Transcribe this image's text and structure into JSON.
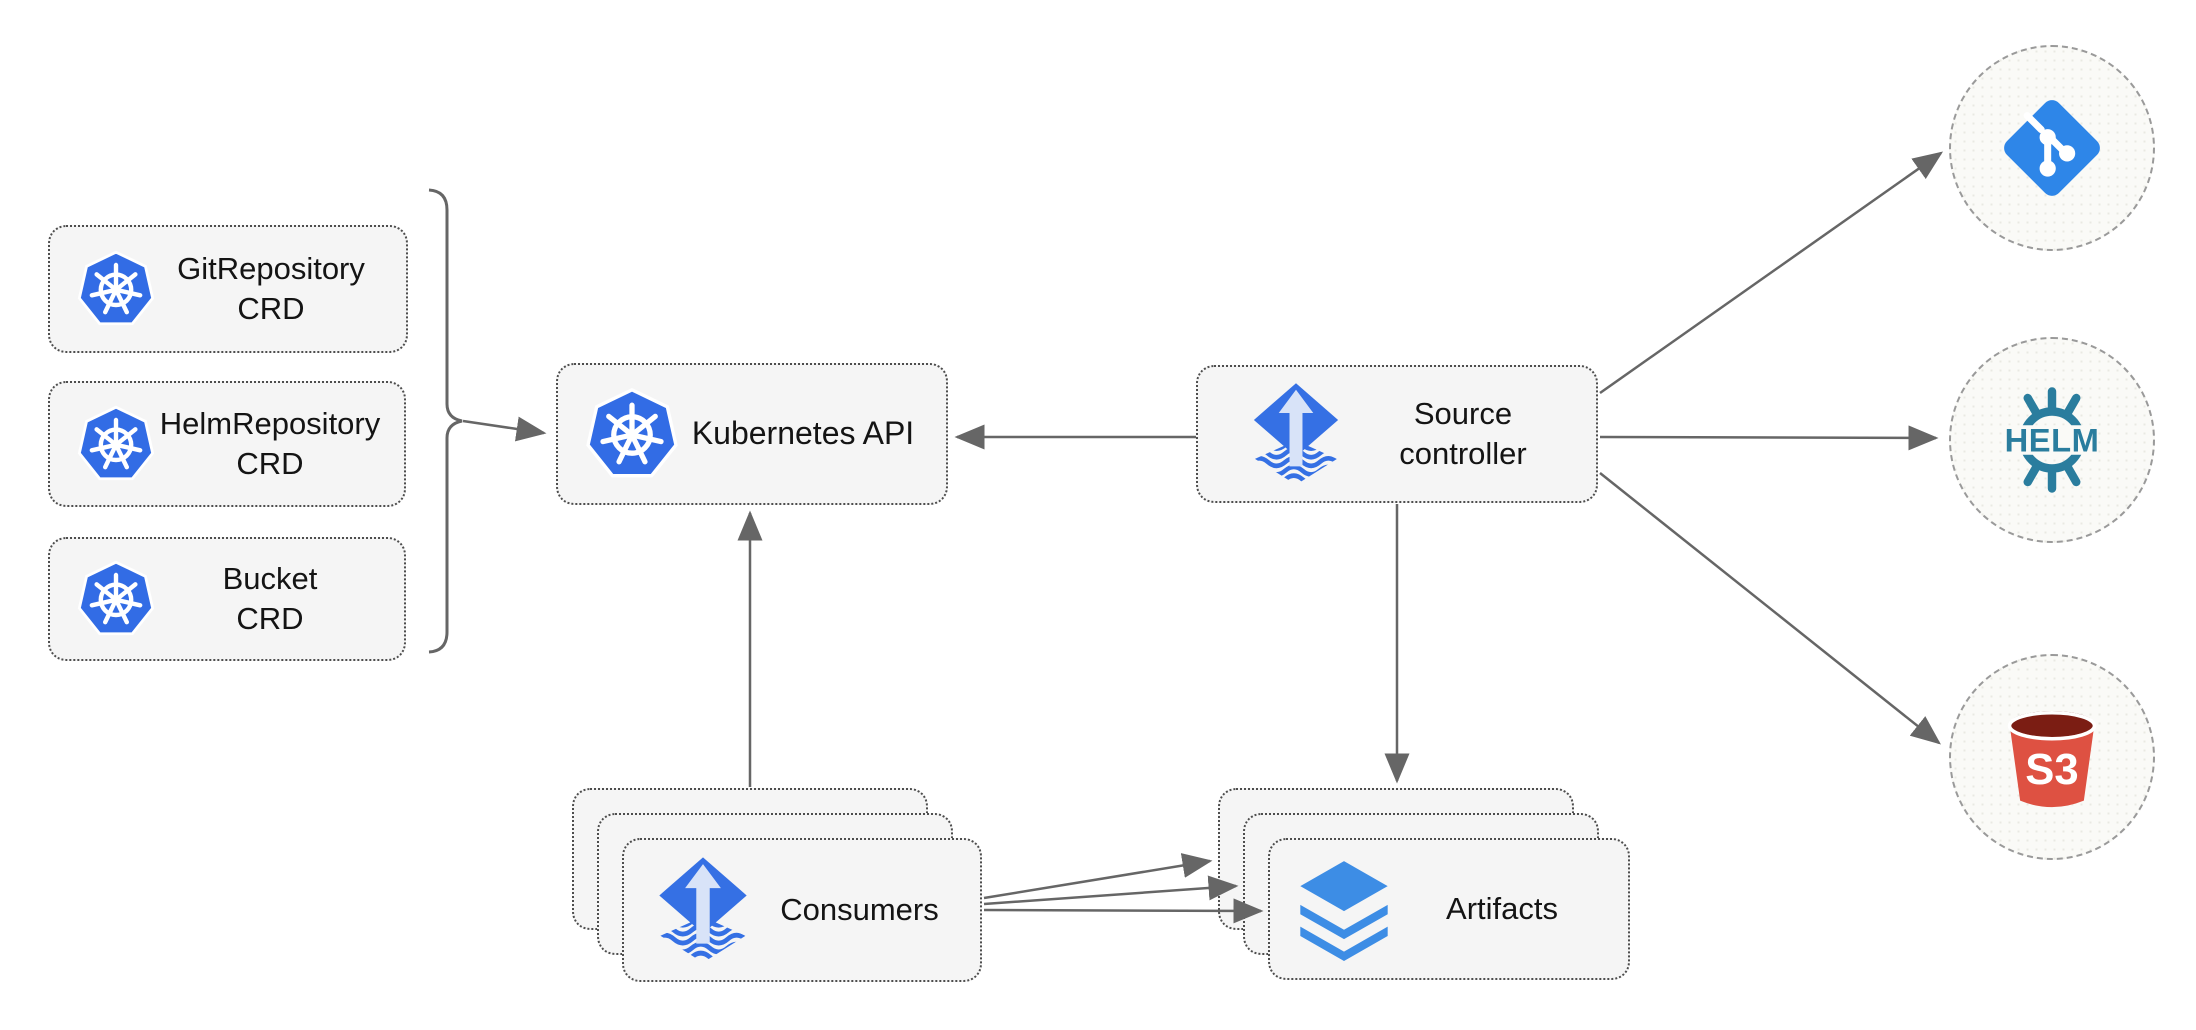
{
  "nodes": {
    "gitrepository_crd": {
      "line1": "GitRepository",
      "line2": "CRD",
      "icon": "kubernetes"
    },
    "helmrepository_crd": {
      "line1": "HelmRepository",
      "line2": "CRD",
      "icon": "kubernetes"
    },
    "bucket_crd": {
      "line1": "Bucket",
      "line2": "CRD",
      "icon": "kubernetes"
    },
    "kubernetes_api": {
      "label": "Kubernetes API",
      "icon": "kubernetes"
    },
    "source_controller": {
      "line1": "Source",
      "line2": "controller",
      "icon": "flux"
    },
    "consumers": {
      "label": "Consumers",
      "icon": "flux",
      "stacked": 3
    },
    "artifacts": {
      "label": "Artifacts",
      "icon": "layers",
      "stacked": 3
    },
    "git_remote": {
      "icon": "git"
    },
    "helm_repository_remote": {
      "label": "HELM",
      "icon": "helm"
    },
    "s3_bucket_remote": {
      "label": "S3",
      "icon": "s3-bucket"
    }
  },
  "edges": [
    {
      "from": "gitrepository_crd+helmrepository_crd+bucket_crd",
      "to": "kubernetes_api",
      "via": "bracket"
    },
    {
      "from": "source_controller",
      "to": "kubernetes_api"
    },
    {
      "from": "consumers",
      "to": "kubernetes_api"
    },
    {
      "from": "source_controller",
      "to": "artifacts"
    },
    {
      "from": "source_controller",
      "to": "git_remote"
    },
    {
      "from": "source_controller",
      "to": "helm_repository_remote"
    },
    {
      "from": "source_controller",
      "to": "s3_bucket_remote"
    },
    {
      "from": "consumers",
      "to": "artifacts"
    },
    {
      "from": "consumers",
      "to": "artifacts"
    },
    {
      "from": "consumers",
      "to": "artifacts"
    }
  ],
  "colors": {
    "kubernetes_blue": "#326CE5",
    "flux_blue": "#3570E4",
    "flux_arrow": "#D8E3F8",
    "git_blue": "#2E86E8",
    "helm_teal": "#2A7D9E",
    "s3_red": "#DE5142",
    "s3_dark_red": "#7B1D13",
    "layers_blue": "#3D8DE5",
    "arrow_gray": "#666666",
    "node_fill": "#F5F5F5",
    "node_border": "#4D4D4D",
    "circle_border": "#9A9A9A",
    "label_color": "#141414"
  }
}
